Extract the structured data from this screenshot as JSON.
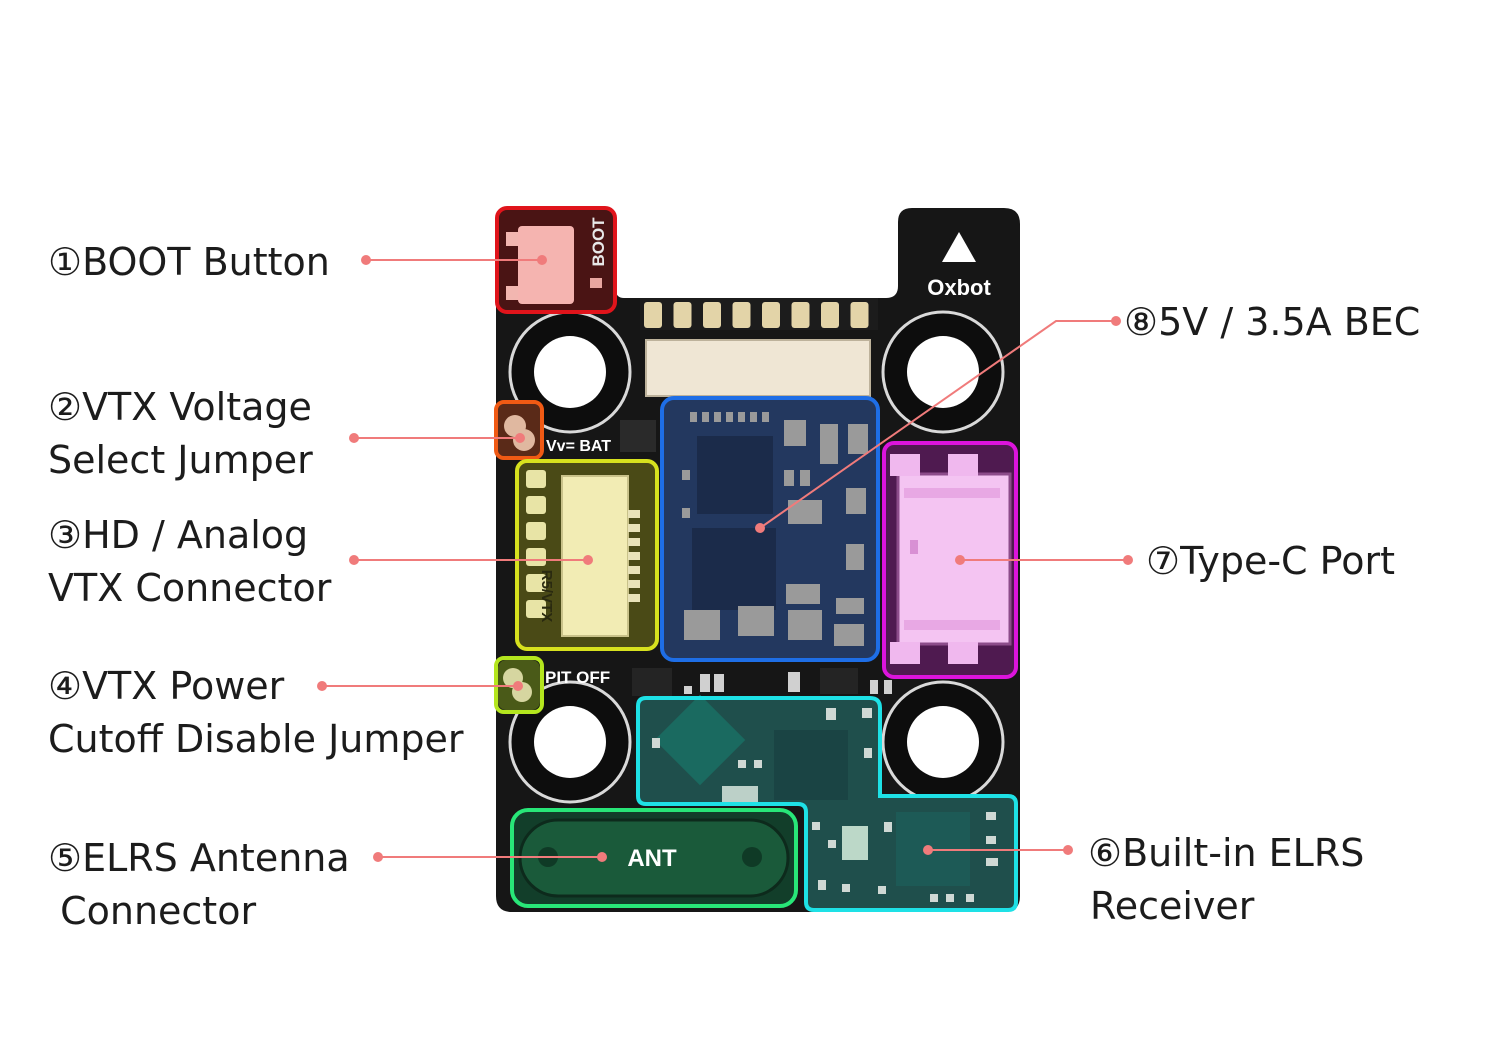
{
  "board": {
    "brand": "Oxbot",
    "labels": {
      "boot": "BOOT",
      "vtx_voltage": "Vv= BAT",
      "vtx_connector": "R5/VTX",
      "pit_off": "PIT OFF",
      "antenna": "ANT"
    }
  },
  "callouts": {
    "c1": {
      "line1": "①BOOT Button"
    },
    "c2": {
      "line1": "②VTX Voltage",
      "line2": "Select Jumper"
    },
    "c3": {
      "line1": "③HD / Analog",
      "line2": "VTX Connector"
    },
    "c4": {
      "line1": "④VTX Power",
      "line2": "Cutoff Disable Jumper"
    },
    "c5": {
      "line1": "⑤ELRS Antenna",
      "line2": " Connector"
    },
    "c6": {
      "line1": "⑥Built-in ELRS",
      "line2": "Receiver"
    },
    "c7": {
      "line1": "⑦Type-C Port"
    },
    "c8": {
      "line1": "⑧5V / 3.5A BEC"
    }
  },
  "highlight_colors": {
    "boot": "#e0141b",
    "vtx_voltage": "#f05a14",
    "vtx_connector": "#d7e11e",
    "pit_off": "#b4e61e",
    "bec": "#1e6ee6",
    "type_c": "#dc14dc",
    "elrs": "#1ee1e6",
    "antenna": "#28e678",
    "leader": "#f07b7b"
  }
}
